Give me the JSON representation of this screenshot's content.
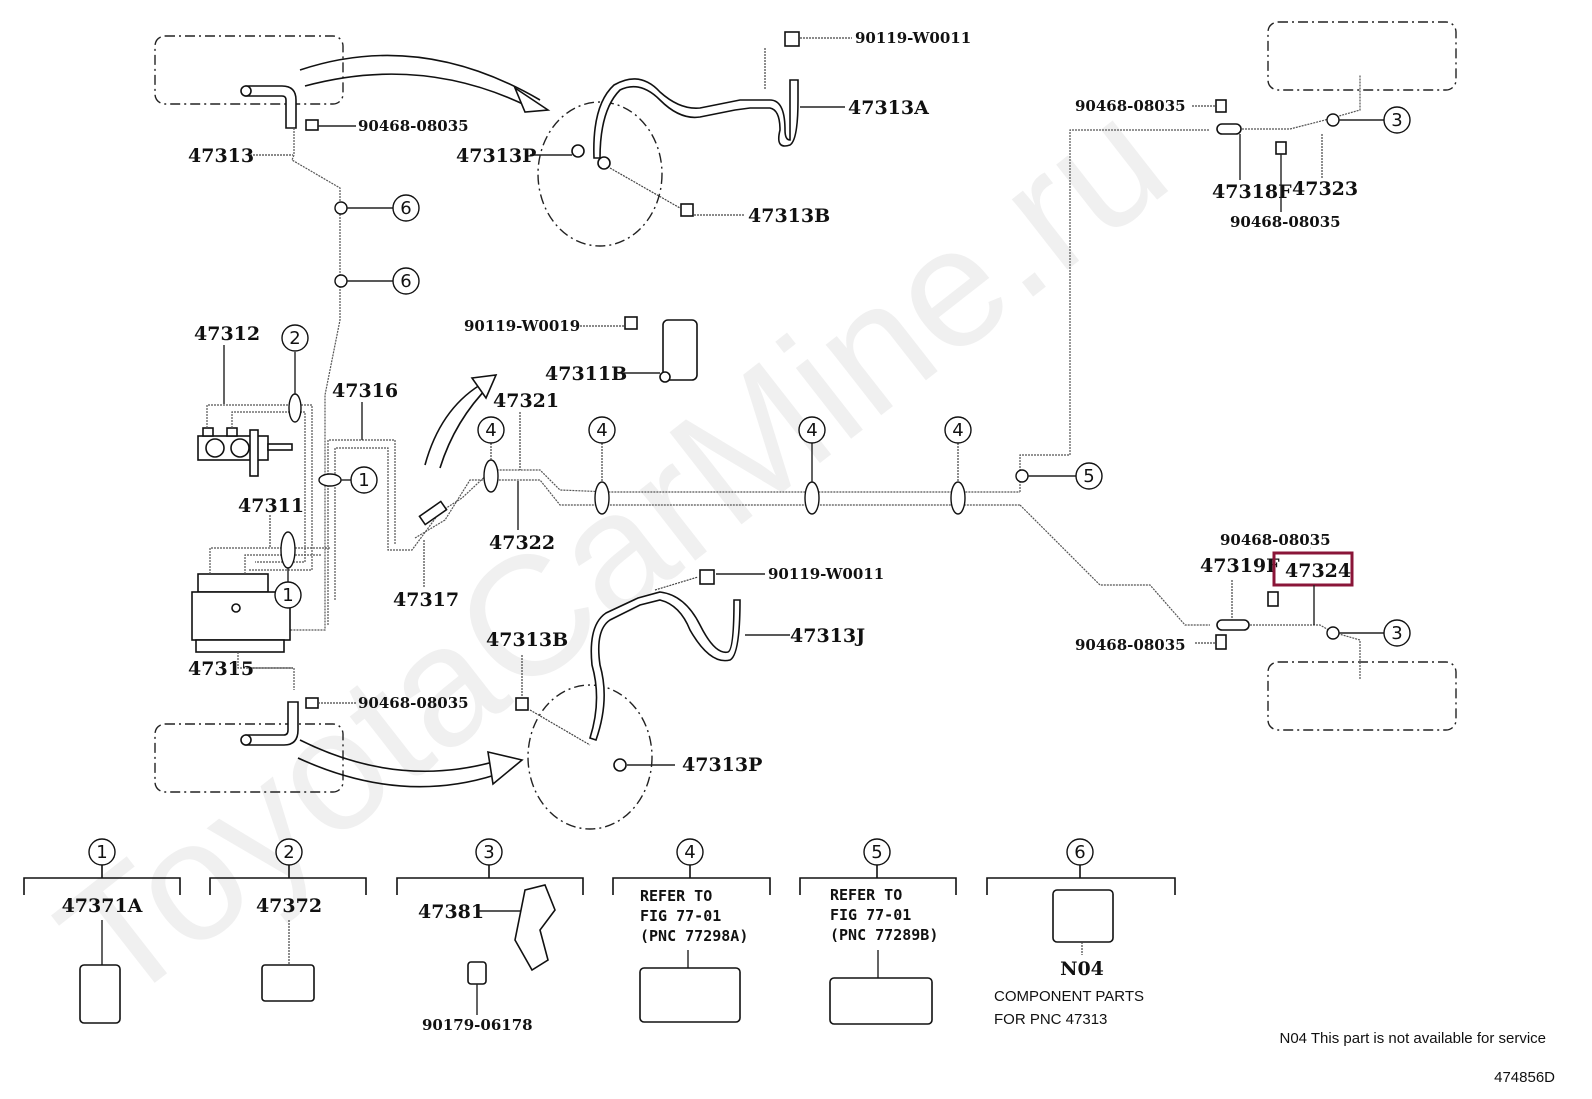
{
  "diagram": {
    "type": "parts-exploded-view",
    "subject": "Brake tube & clamp assembly",
    "watermark": "ToyotaCarMine.ru",
    "highlight_color": "#8a1538",
    "highlighted_part": "47324",
    "callouts": {
      "top_left_clip": "90468-08035",
      "tube_47313": "47313",
      "front_flex_hose_clip_p": "47313P",
      "front_union_bolt": "90119-W0011",
      "front_hose_a": "47313A",
      "front_bolt_b": "47313B",
      "master_cyl_tube_47312": "47312",
      "tube_47316": "47316",
      "bracket_bolt": "90119-W0019",
      "bracket_47311b": "47311B",
      "tube_47321": "47321",
      "tube_47322": "47322",
      "tube_47311": "47311",
      "tube_47317": "47317",
      "tube_47315": "47315",
      "bottom_left_clip": "90468-08035",
      "rear_union_bolt": "90119-W0011",
      "rear_hose_j": "47313J",
      "rear_bolt_b": "47313B",
      "rear_clip_p": "47313P",
      "rr_top_clip_a": "90468-08035",
      "rr_hose_f": "47318F",
      "rr_tube_47323": "47323",
      "rr_top_clip_b": "90468-08035",
      "rl_clip_a": "90468-08035",
      "rl_hose_f": "47319F",
      "rl_tube_47324": "47324",
      "rl_clip_b": "90468-08035"
    },
    "reference_markers": [
      "1",
      "2",
      "3",
      "4",
      "5",
      "6"
    ],
    "legend": [
      {
        "ref": "1",
        "lines": [
          "47371A"
        ]
      },
      {
        "ref": "2",
        "lines": [
          "47372"
        ]
      },
      {
        "ref": "3",
        "lines": [
          "47381",
          "90179-06178"
        ]
      },
      {
        "ref": "4",
        "lines": [
          "REFER TO",
          "FIG 77-01",
          "(PNC 77298A)"
        ]
      },
      {
        "ref": "5",
        "lines": [
          "REFER TO",
          "FIG 77-01",
          "(PNC 77289B)"
        ]
      },
      {
        "ref": "6",
        "lines": [
          "N04",
          "COMPONENT PARTS",
          "FOR PNC 47313"
        ]
      }
    ],
    "footnote": "N04 This part is not available for service",
    "figure_id": "474856D"
  }
}
